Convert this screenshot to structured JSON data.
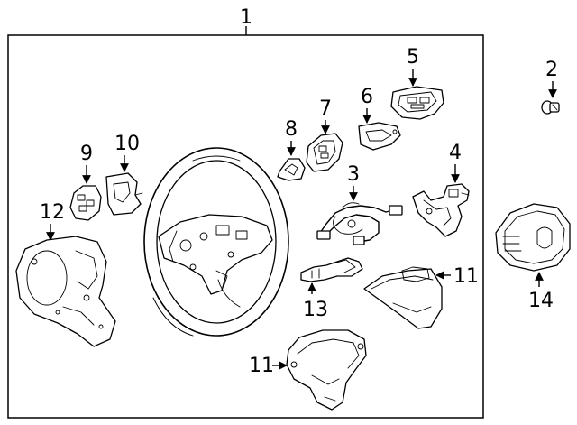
{
  "callouts": {
    "c1": "1",
    "c2": "2",
    "c3": "3",
    "c4": "4",
    "c5": "5",
    "c6": "6",
    "c7": "7",
    "c8": "8",
    "c9": "9",
    "c10": "10",
    "c11a": "11",
    "c11b": "11",
    "c12": "12",
    "c13": "13",
    "c14": "14"
  },
  "colors": {
    "line": "#000000",
    "background": "#ffffff"
  }
}
